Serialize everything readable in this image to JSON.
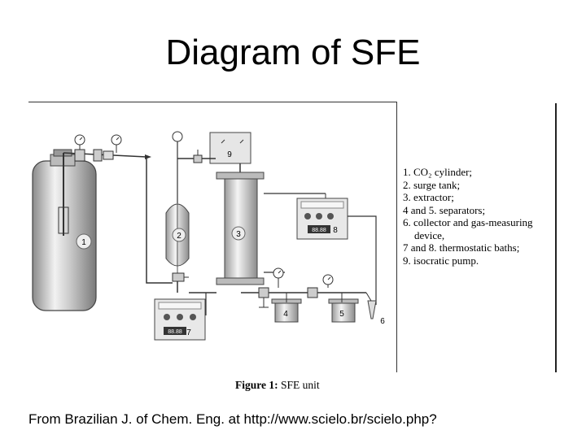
{
  "title": "Diagram of SFE",
  "legend": [
    "1. CO₂ cylinder;",
    "2. surge tank;",
    "3. extractor;",
    "4 and 5. separators;",
    "6. collector and gas-measuring",
    "device,",
    "7 and 8. thermostatic baths;",
    "9. isocratic pump."
  ],
  "caption": {
    "label": "Figure 1:",
    "text": " SFE unit"
  },
  "source": "From Brazilian J. of Chem. Eng. at http://www.scielo.br/scielo.php?",
  "components": {
    "n1": "1",
    "n2": "2",
    "n3": "3",
    "n4": "4",
    "n5": "5",
    "n6": "6",
    "n7": "7",
    "n8": "8",
    "n9": "9"
  },
  "displays": {
    "bath7": "88.88",
    "bath8": "88.88"
  }
}
